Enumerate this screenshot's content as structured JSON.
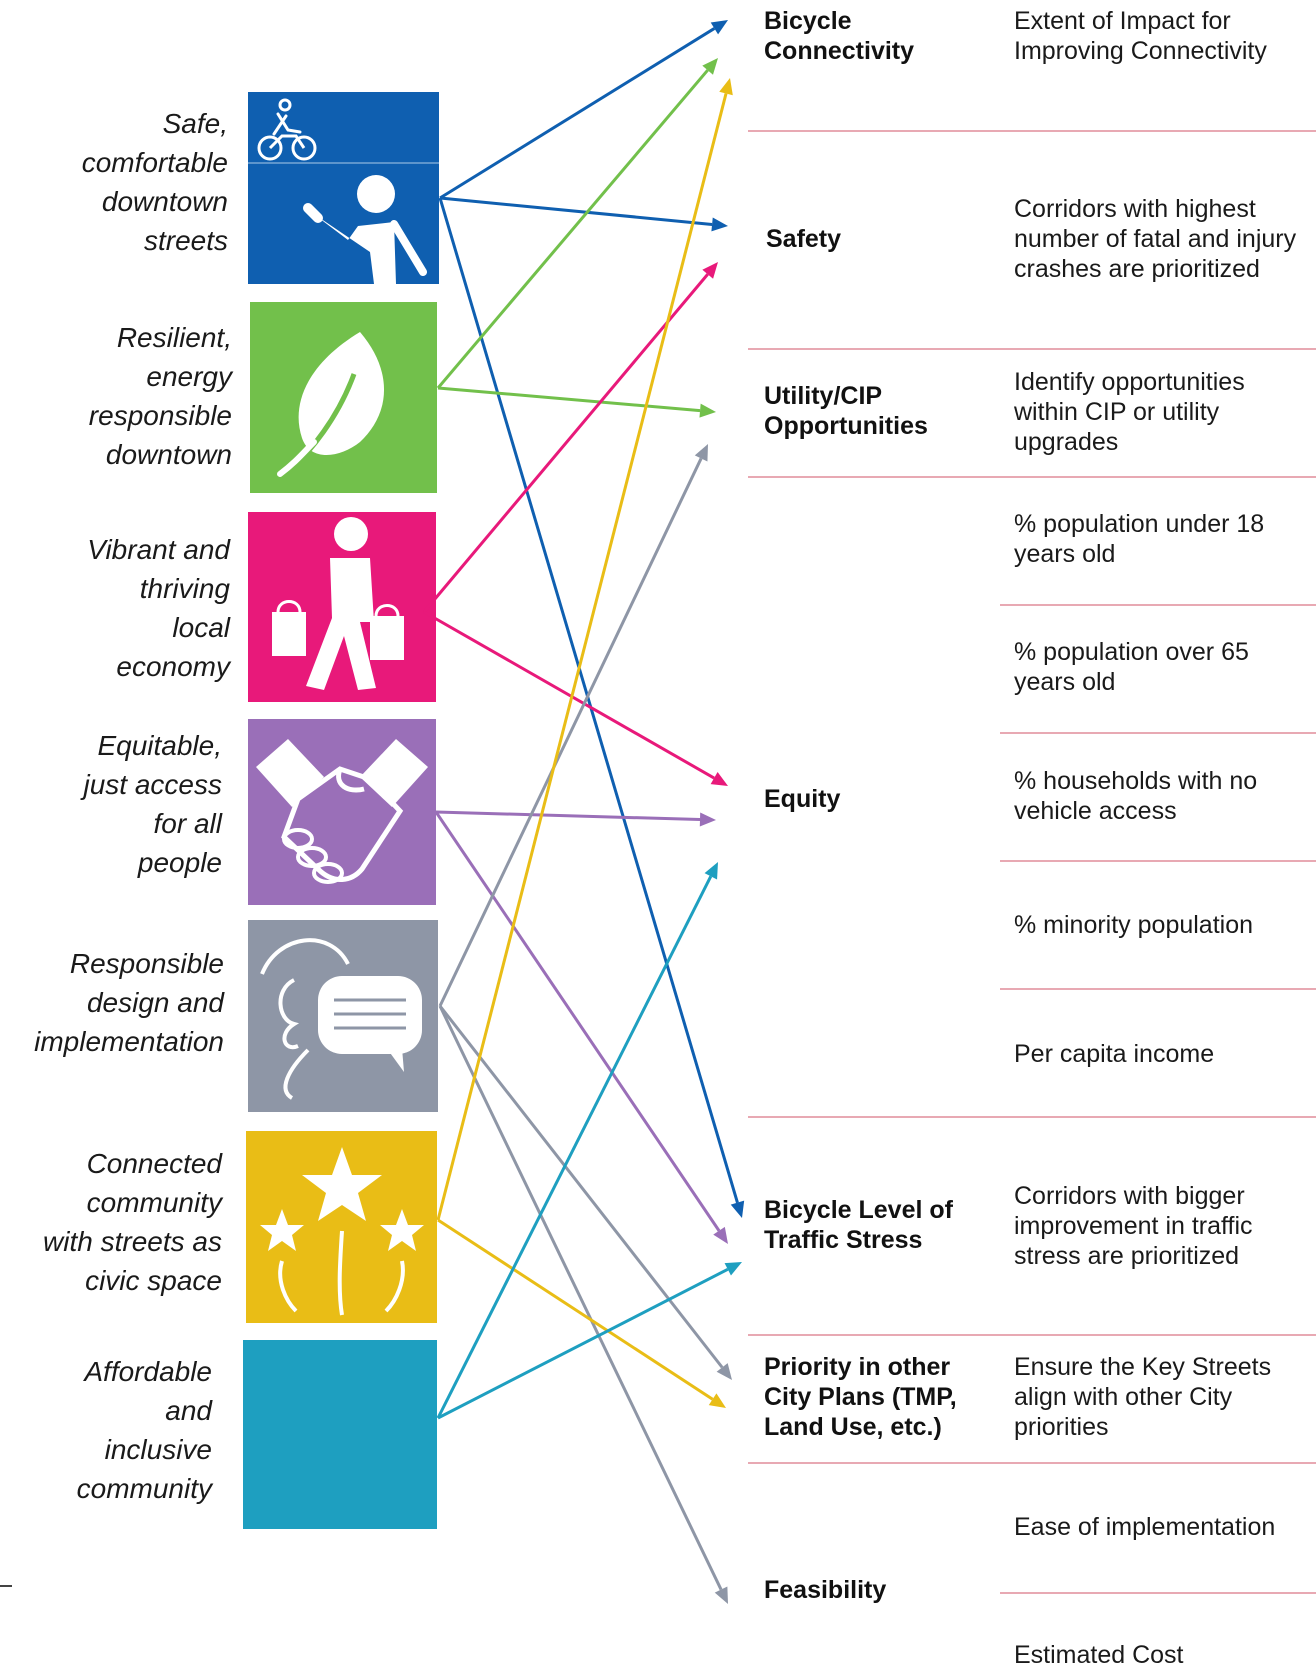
{
  "goals": [
    {
      "id": "safe",
      "label": "Safe, comfortable downtown streets",
      "lines": [
        "Safe,",
        "comfortable",
        "downtown",
        "streets"
      ],
      "color": "#0f5fb0",
      "icon": "bicycle-pedestrian-icon"
    },
    {
      "id": "resilient",
      "label": "Resilient, energy responsible downtown",
      "lines": [
        "Resilient,",
        "energy",
        "responsible",
        "downtown"
      ],
      "color": "#72c04b",
      "icon": "leaf-icon"
    },
    {
      "id": "vibrant",
      "label": "Vibrant and thriving local economy",
      "lines": [
        "Vibrant and",
        "thriving",
        "local",
        "economy"
      ],
      "color": "#e8197a",
      "icon": "shopper-icon"
    },
    {
      "id": "equitable",
      "label": "Equitable, just access for all people",
      "lines": [
        "Equitable,",
        "just access",
        "for all",
        "people"
      ],
      "color": "#9a6fb8",
      "icon": "handshake-icon"
    },
    {
      "id": "responsible",
      "label": "Responsible design and implementation",
      "lines": [
        "Responsible",
        "design and",
        "implementation"
      ],
      "color": "#8e96a6",
      "icon": "speech-bubble-icon"
    },
    {
      "id": "connected",
      "label": "Connected community with streets as civic space",
      "lines": [
        "Connected",
        "community",
        "with streets as",
        "civic space"
      ],
      "color": "#e9bd16",
      "icon": "stars-icon"
    },
    {
      "id": "affordable",
      "label": "Affordable and inclusive community",
      "lines": [
        "Affordable",
        "and",
        "inclusive",
        "community"
      ],
      "color": "#1e9fc0",
      "icon": ""
    }
  ],
  "criteria": [
    {
      "id": "bike_conn",
      "lines": [
        "Bicycle",
        "Connectivity"
      ]
    },
    {
      "id": "safety",
      "lines": [
        "Safety"
      ]
    },
    {
      "id": "utility",
      "lines": [
        "Utility/CIP",
        "Opportunities"
      ]
    },
    {
      "id": "equity",
      "lines": [
        "Equity"
      ]
    },
    {
      "id": "blts",
      "lines": [
        "Bicycle Level of",
        "Traffic Stress"
      ]
    },
    {
      "id": "priority",
      "lines": [
        "Priority in other",
        "City Plans (TMP,",
        "Land Use, etc.)"
      ]
    },
    {
      "id": "feasibility",
      "lines": [
        "Feasibility"
      ]
    }
  ],
  "descriptions": [
    {
      "lines": [
        "Extent of Impact for",
        "Improving Connectivity"
      ]
    },
    {
      "lines": [
        "Corridors with highest",
        "number of fatal and injury",
        "crashes are prioritized"
      ]
    },
    {
      "lines": [
        "Identify opportunities",
        "within CIP or utility",
        "upgrades"
      ]
    },
    {
      "lines": [
        "% population under 18",
        "years old"
      ]
    },
    {
      "lines": [
        "% population over 65",
        "years old"
      ]
    },
    {
      "lines": [
        "% households with no",
        "vehicle access"
      ]
    },
    {
      "lines": [
        "% minority population"
      ]
    },
    {
      "lines": [
        "Per capita income"
      ]
    },
    {
      "lines": [
        "Corridors with bigger",
        "improvement in traffic",
        "stress are prioritized"
      ]
    },
    {
      "lines": [
        "Ensure the Key Streets",
        "align with other City",
        "priorities"
      ]
    },
    {
      "lines": [
        "Ease of implementation"
      ]
    },
    {
      "lines": [
        "Estimated Cost"
      ]
    }
  ],
  "connections": [
    {
      "from": "safe",
      "to": "bike_conn"
    },
    {
      "from": "safe",
      "to": "safety"
    },
    {
      "from": "safe",
      "to": "blts"
    },
    {
      "from": "resilient",
      "to": "bike_conn"
    },
    {
      "from": "resilient",
      "to": "utility"
    },
    {
      "from": "vibrant",
      "to": "safety"
    },
    {
      "from": "vibrant",
      "to": "equity"
    },
    {
      "from": "equitable",
      "to": "equity"
    },
    {
      "from": "equitable",
      "to": "blts"
    },
    {
      "from": "responsible",
      "to": "utility"
    },
    {
      "from": "responsible",
      "to": "priority"
    },
    {
      "from": "responsible",
      "to": "feasibility"
    },
    {
      "from": "connected",
      "to": "bike_conn"
    },
    {
      "from": "connected",
      "to": "priority"
    },
    {
      "from": "affordable",
      "to": "equity"
    },
    {
      "from": "affordable",
      "to": "blts"
    }
  ]
}
